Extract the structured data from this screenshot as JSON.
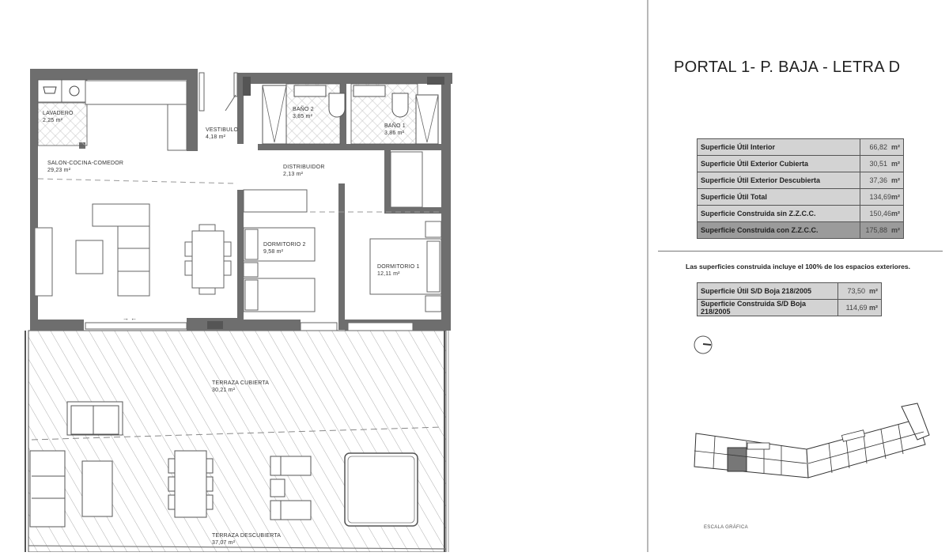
{
  "header": {
    "title": "PORTAL 1- P. BAJA - LETRA D"
  },
  "rooms": [
    {
      "name": "LAVADERO",
      "area": "2,25 m²"
    },
    {
      "name": "VESTIBULO",
      "area": "4,18 m²"
    },
    {
      "name": "BAÑO 2",
      "area": "3,85 m²"
    },
    {
      "name": "BAÑO 1",
      "area": "3,86 m²"
    },
    {
      "name": "SALON-COCINA-COMEDOR",
      "area": "29,23 m²"
    },
    {
      "name": "DISTRIBUIDOR",
      "area": "2,13 m²"
    },
    {
      "name": "DORMITORIO 2",
      "area": "9,58 m²"
    },
    {
      "name": "DORMITORIO 1",
      "area": "12,11 m²"
    },
    {
      "name": "TERRAZA CUBIERTA",
      "area": "30,21 m²"
    },
    {
      "name": "TERRAZA DESCUBIERTA",
      "area": "37,07 m²"
    }
  ],
  "surfaces_table": {
    "rows": [
      {
        "label": "Superficie Útil Interior",
        "value": "66,82",
        "unit": "m²"
      },
      {
        "label": "Superficie Útil Exterior Cubierta",
        "value": "30,51",
        "unit": "m²"
      },
      {
        "label": "Superficie Útil Exterior Descubierta",
        "value": "37,36",
        "unit": "m²"
      },
      {
        "label": "Superficie Útil Total",
        "value": "134,69",
        "unit": "m²"
      },
      {
        "label": "Superficie Construida sin Z.Z.C.C.",
        "value": "150,46",
        "unit": "m²"
      },
      {
        "label": "Superficie Construida con Z.Z.C.C.",
        "value": "175,88",
        "unit": "m²"
      }
    ]
  },
  "note": "Las superficies construida incluye el 100% de los espacios exteriores.",
  "boja_table": {
    "rows": [
      {
        "label": "Superficie Útil S/D Boja 218/2005",
        "value": "73,50",
        "unit": "m²"
      },
      {
        "label": "Superficie Construida S/D Boja 218/2005",
        "value": "114,69",
        "unit": "m²"
      }
    ]
  },
  "footer": {
    "scale_label": "ESCALA GRÁFICA"
  },
  "colors": {
    "wall": "#6e6e6e",
    "table_cell": "#d3d3d3",
    "table_highlight": "#9b9b9b",
    "keyplan_highlight": "#777777"
  }
}
